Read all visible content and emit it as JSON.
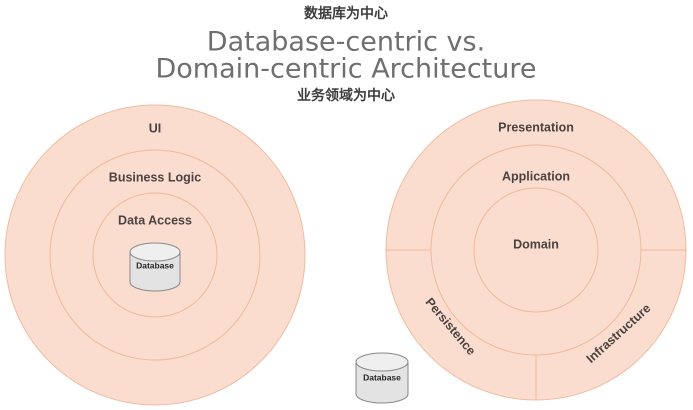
{
  "title": {
    "annotation_top": "数据库为中心",
    "line1": "Database-centric vs.",
    "line2": "Domain-centric Architecture",
    "annotation_bottom": "业务领域为中心"
  },
  "colors": {
    "ring_fill": "#fbddd0",
    "ring_stroke": "#edb293",
    "label_text": "#4a4340",
    "title_en_text": "#6f6f6f",
    "title_cn_text": "#3d3d3d",
    "cylinder_body": "#e3e3e3",
    "cylinder_top": "#efefef",
    "cylinder_stroke": "#8a8a8a",
    "background": "#ffffff"
  },
  "left_diagram": {
    "name": "Database-centric Architecture",
    "layers": [
      {
        "label": "UI",
        "ring": "outer"
      },
      {
        "label": "Business Logic",
        "ring": "middle"
      },
      {
        "label": "Data Access",
        "ring": "inner"
      }
    ],
    "cylinder": {
      "label": "Database"
    }
  },
  "right_diagram": {
    "name": "Domain-centric Architecture",
    "layers": [
      {
        "label": "Presentation",
        "ring": "outer"
      },
      {
        "label": "Application",
        "ring": "middle"
      },
      {
        "label": "Domain",
        "ring": "inner"
      }
    ],
    "outer_segments": [
      {
        "label": "Persistence",
        "position": "lower-left"
      },
      {
        "label": "Infrastructure",
        "position": "lower-right"
      }
    ],
    "cylinder": {
      "label": "Database"
    }
  }
}
